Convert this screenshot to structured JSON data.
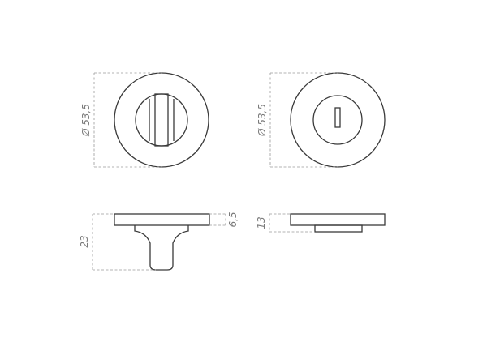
{
  "dimensions": {
    "front_thumbturn_diameter": "Ø 53,5",
    "front_indicator_diameter": "Ø 53,5",
    "side_thumbturn_total_height": "23",
    "side_thumbturn_rose_height": "6,5",
    "side_indicator_height": "13"
  }
}
